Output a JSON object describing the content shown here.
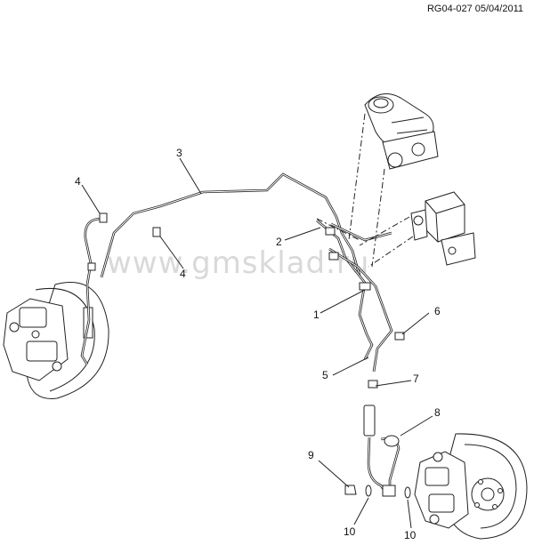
{
  "header": {
    "reference": "RG04-027 05/04/2011"
  },
  "watermark": "www.gmsklad.ru",
  "callouts": [
    {
      "id": "c1",
      "label": "1"
    },
    {
      "id": "c2",
      "label": "2"
    },
    {
      "id": "c3",
      "label": "3"
    },
    {
      "id": "c4a",
      "label": "4"
    },
    {
      "id": "c4b",
      "label": "4"
    },
    {
      "id": "c5",
      "label": "5"
    },
    {
      "id": "c6",
      "label": "6"
    },
    {
      "id": "c7",
      "label": "7"
    },
    {
      "id": "c8",
      "label": "8"
    },
    {
      "id": "c9",
      "label": "9"
    },
    {
      "id": "c10a",
      "label": "10"
    },
    {
      "id": "c10b",
      "label": "10"
    }
  ]
}
